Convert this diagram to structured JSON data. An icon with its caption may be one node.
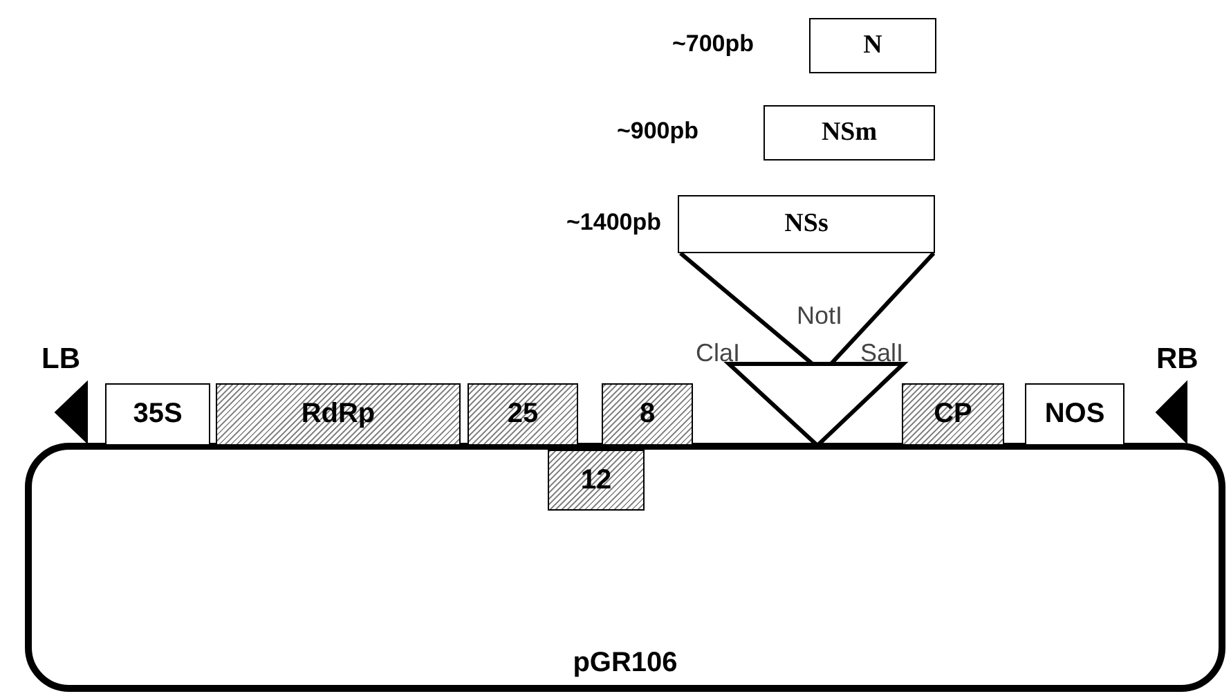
{
  "diagram": {
    "nodes": [
      {
        "text": [
          "N"
        ],
        "beside": [
          "~700pb"
        ]
      },
      {
        "text": [
          "NSm"
        ],
        "beside": [
          "~900pb"
        ]
      },
      {
        "text": [
          "NSs"
        ],
        "beside": [
          "~1400pb"
        ]
      },
      {
        "text": [
          "35S"
        ]
      },
      {
        "text": [
          "RdRp"
        ]
      },
      {
        "text": [
          "25"
        ]
      },
      {
        "text": [
          "8"
        ]
      },
      {
        "text": [
          "CP"
        ]
      },
      {
        "text": [
          "NOS"
        ]
      },
      {
        "text": [
          "12"
        ],
        "in": 10
      },
      {
        "text": [
          "pGR106"
        ]
      }
    ],
    "edges": [],
    "labels": [
      "NotI",
      "ClaI",
      "SalI",
      "LB",
      "RB"
    ]
  }
}
